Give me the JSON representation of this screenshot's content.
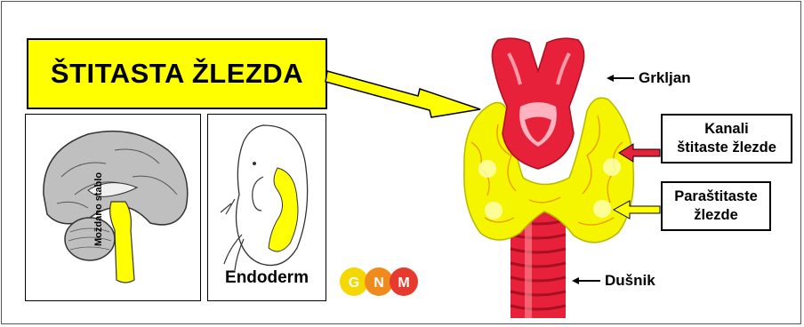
{
  "title": "ŠTITASTA ŽLEZDA",
  "brain_label": "Moždano stablo",
  "endoderm_label": "Endoderm",
  "logo": {
    "letters": [
      "G",
      "N",
      "M"
    ],
    "colors": [
      "#f5d800",
      "#f08a1c",
      "#e63a2e"
    ]
  },
  "labels": {
    "larynx": "Grkljan",
    "trachea": "Dušnik",
    "ducts_line1": "Kanali",
    "ducts_line2": "štitaste žlezde",
    "parathyroid_line1": "Paraštitaste",
    "parathyroid_line2": "žlezde"
  },
  "colors": {
    "yellow": "#ffff00",
    "gland_yellow": "#f5f500",
    "red": "#e8213a",
    "outline": "#000000"
  }
}
